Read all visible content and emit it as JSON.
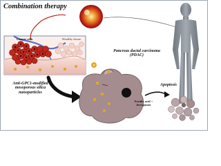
{
  "title": "Combination therapy",
  "labels": {
    "cancer_cells": "Cancer cells",
    "healthy_tissue": "Healthy tissue",
    "pdac": "Pancreas ductal carcinoma (PDAC)",
    "nanoparticles": "Anti-GPC1-modified mesoporous silica nanoparticles",
    "ferroptosis": "Ferulic acid + ferroptosis",
    "apoptosis": "Apoptosis"
  },
  "colors": {
    "tumor_red": "#c3261b",
    "tissue_pink": "#f0c8c0",
    "vessel_blue": "#5b6fc0",
    "cell_mauve": "#a58c8f",
    "body_gray": "#8a9199",
    "nanoparticle_gold": "#e2a52c"
  }
}
